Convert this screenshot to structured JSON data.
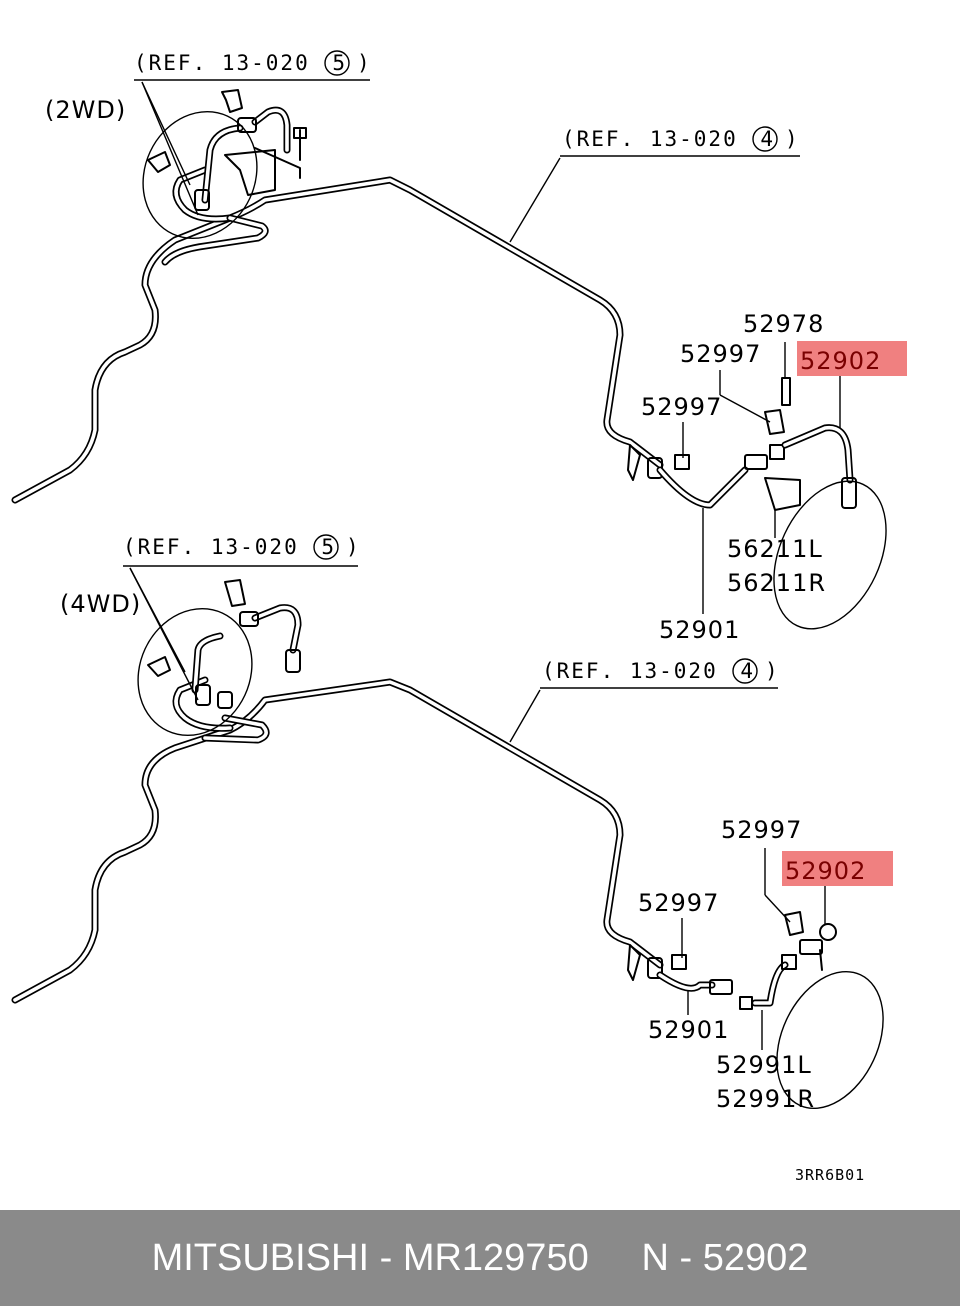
{
  "diagram": {
    "top": {
      "variant": "(2WD)",
      "ref_a": "(REF. 13-020 ",
      "ref_a_num": "5",
      "ref_b": "(REF. 13-020 ",
      "ref_b_num": "4",
      "labels": [
        "52978",
        "52902",
        "52997",
        "52997",
        "56211L",
        "56211R",
        "52901"
      ]
    },
    "bottom": {
      "variant": "(4WD)",
      "ref_a": "(REF. 13-020 ",
      "ref_a_num": "5",
      "ref_b": "(REF. 13-020 ",
      "ref_b_num": "4",
      "labels": [
        "52997",
        "52902",
        "52997",
        "52901",
        "52991L",
        "52991R"
      ]
    },
    "drawing_code": "3RR6B01",
    "highlight_color": "#f08080"
  },
  "footer": {
    "brand": "MITSUBISHI",
    "separator": " - ",
    "part_number": "MR129750",
    "gap": "     ",
    "prefix": "N",
    "separator2": " - ",
    "item_number": "52902"
  }
}
